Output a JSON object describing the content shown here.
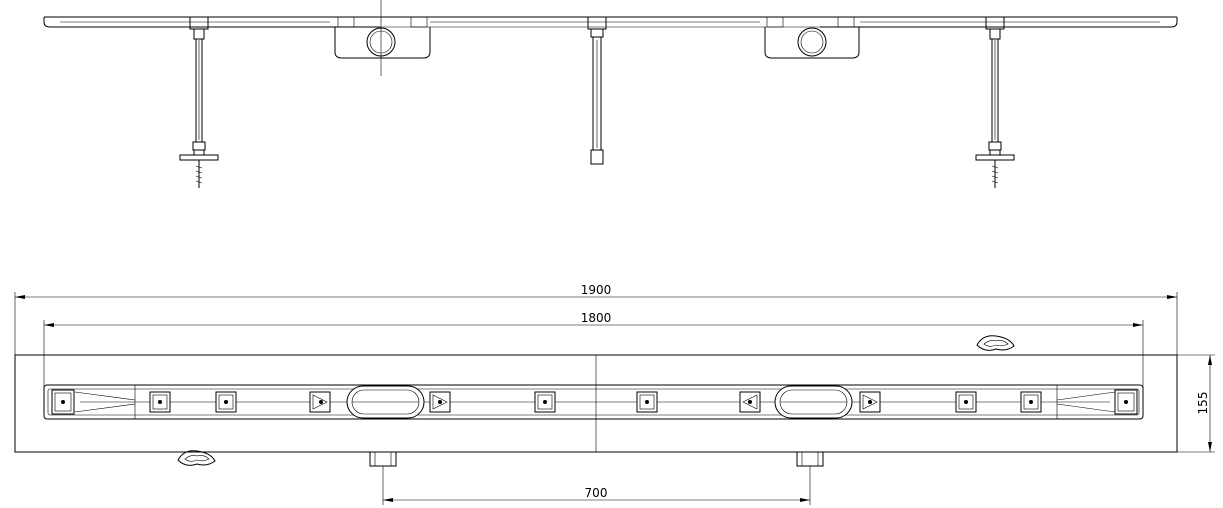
{
  "drawing": {
    "type": "technical-drawing",
    "views": [
      "elevation",
      "plan"
    ],
    "colors": {
      "line": "#000000",
      "background": "#ffffff"
    }
  },
  "dimensions": {
    "overall_length": "1900",
    "inner_length": "1800",
    "outlet_spacing": "700",
    "width": "155"
  }
}
